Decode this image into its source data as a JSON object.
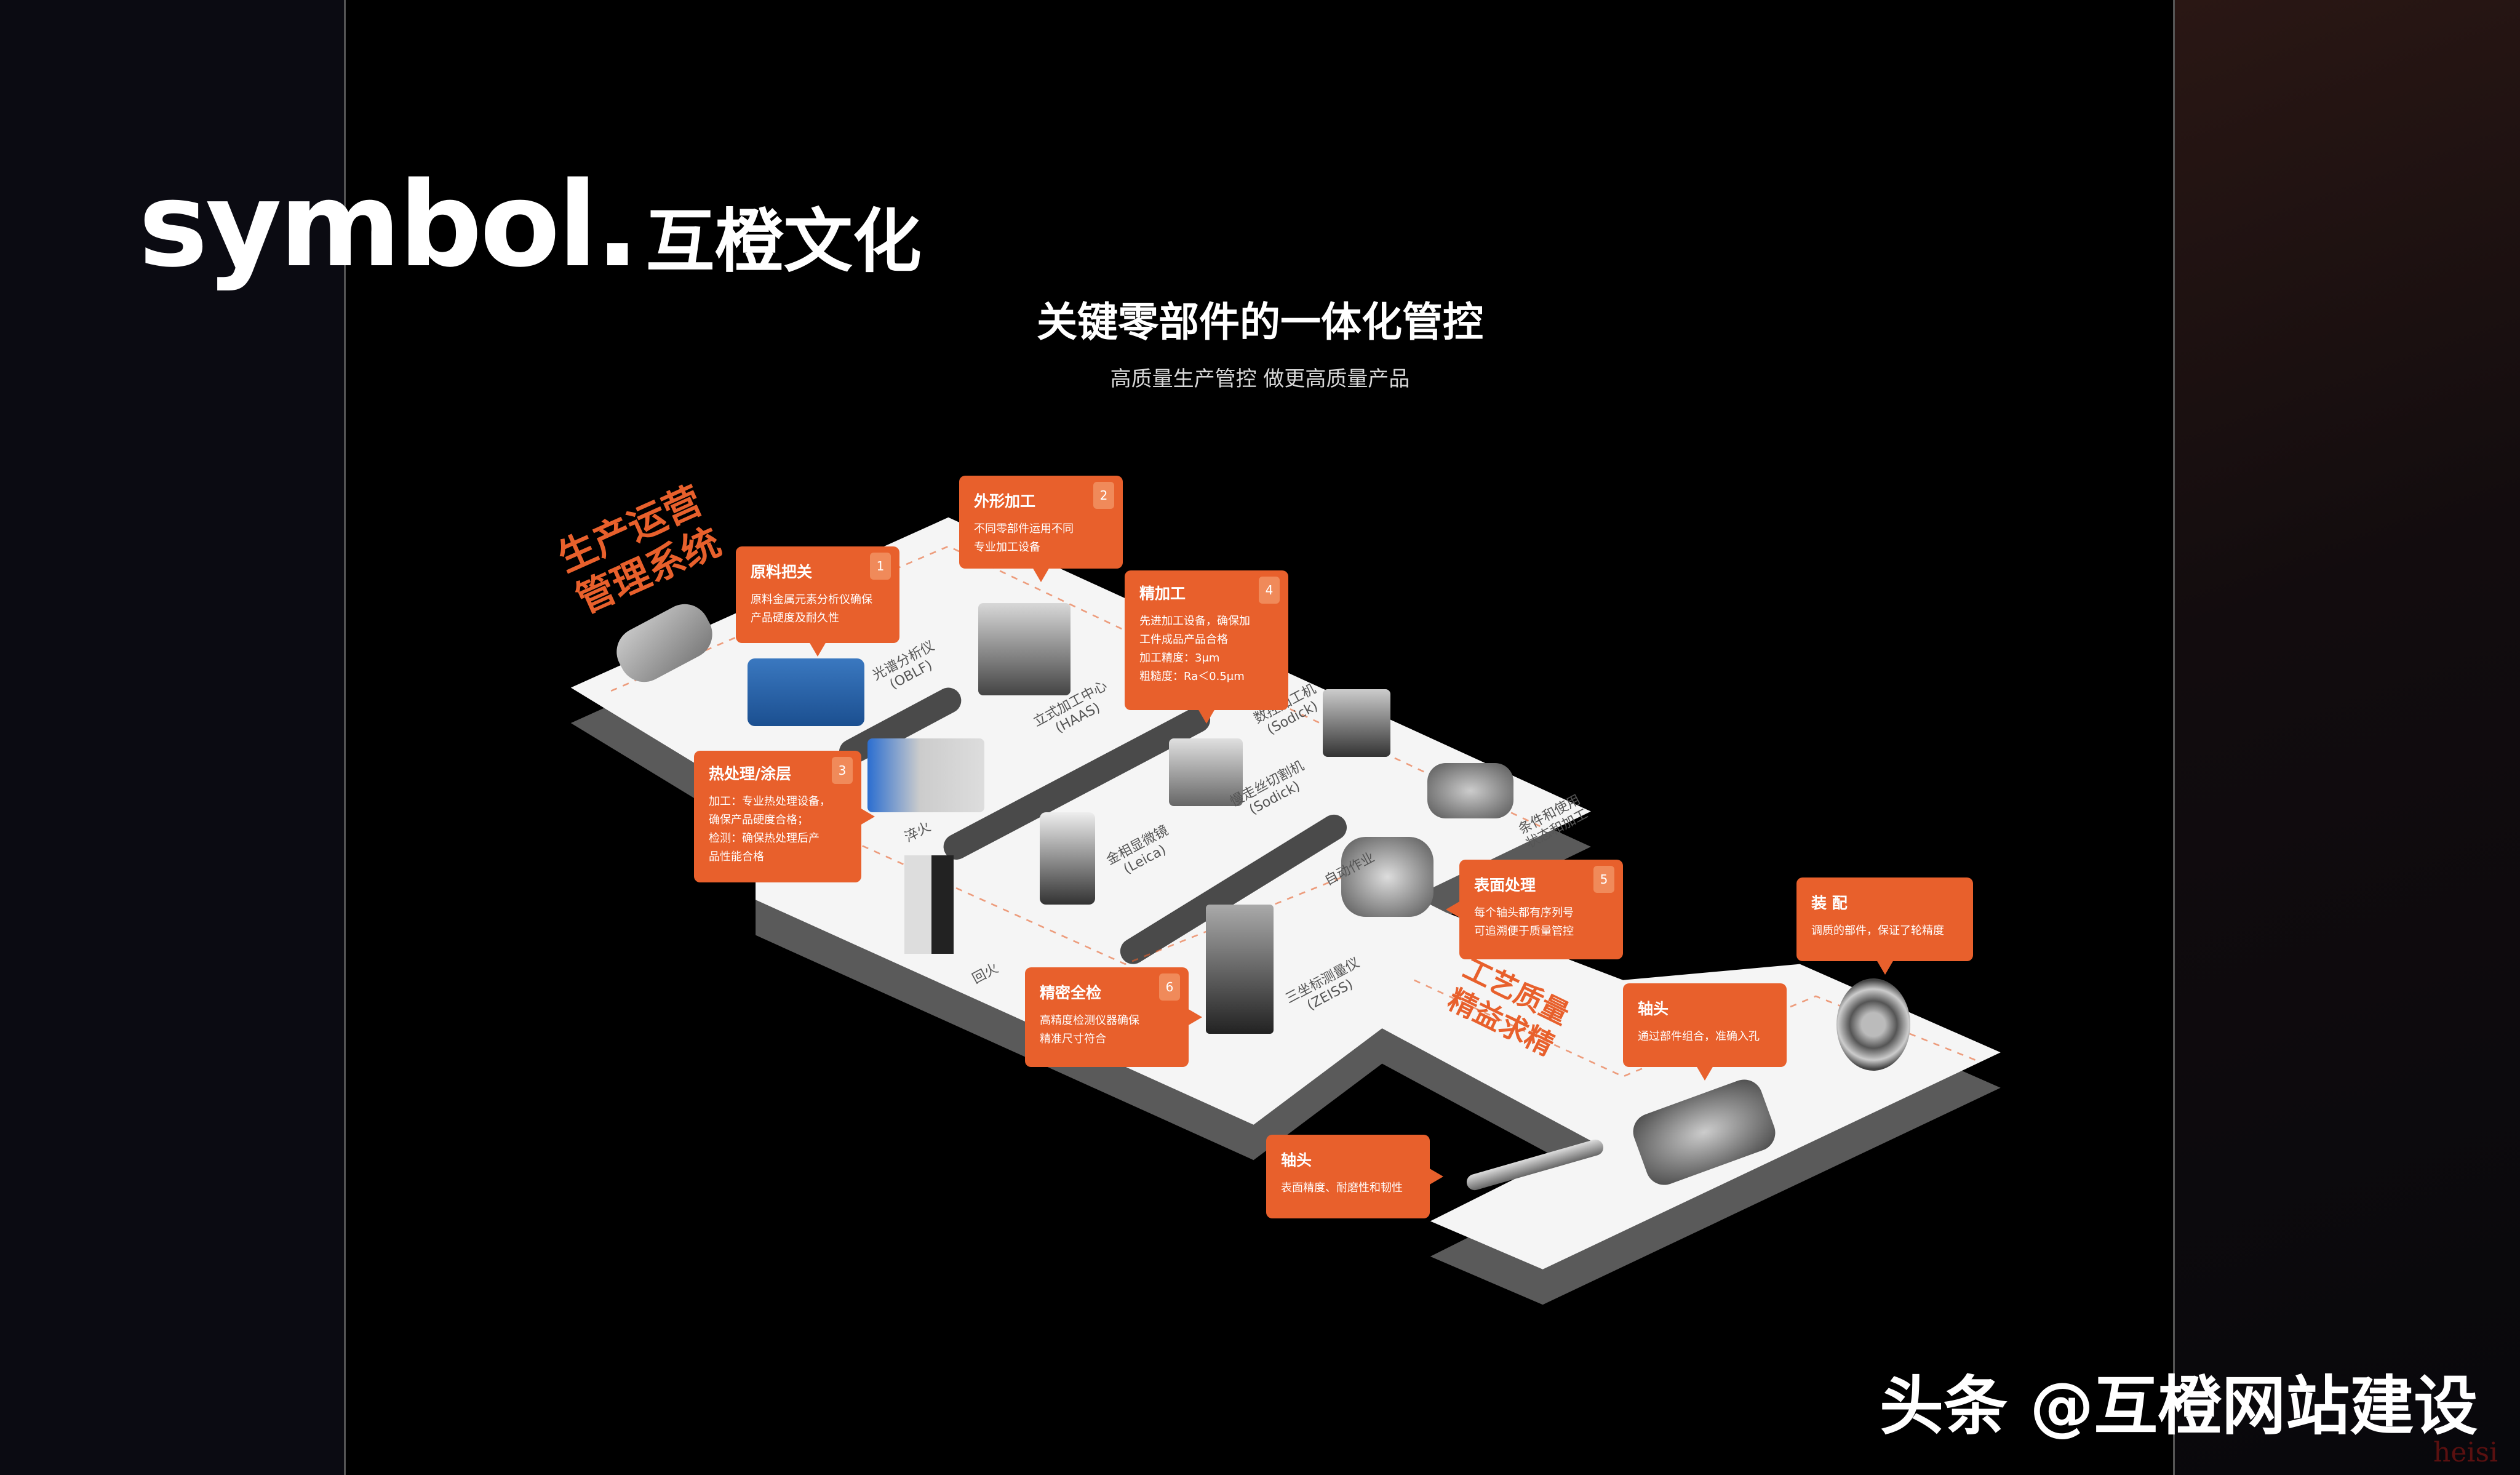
{
  "logo": {
    "en": "symbol.",
    "cn": "互橙文化"
  },
  "header": {
    "title": "关键零部件的一体化管控",
    "subtitle": "高质量生产管控  做更高质量产品"
  },
  "labels": {
    "ops_system": [
      "生产运营",
      "管理系统"
    ],
    "quality": [
      "工艺质量",
      "精益求精"
    ]
  },
  "callouts": [
    {
      "title": "原料把关",
      "num": "1",
      "lines": [
        "原料金属元素分析仪确保",
        "产品硬度及耐久性"
      ]
    },
    {
      "title": "外形加工",
      "num": "2",
      "lines": [
        "不同零部件运用不同",
        "专业加工设备"
      ]
    },
    {
      "title": "热处理/涂层",
      "num": "3",
      "lines": [
        "加工：专业热处理设备，",
        "确保产品硬度合格；",
        "检测：确保热处理后产",
        "品性能合格"
      ]
    },
    {
      "title": "精加工",
      "num": "4",
      "lines": [
        "先进加工设备，确保加",
        "工件成品产品合格",
        "加工精度：3μm",
        "粗糙度：Ra＜0.5μm"
      ]
    },
    {
      "title": "表面处理",
      "num": "5",
      "lines": [
        "每个轴头都有序列号",
        "可追溯便于质量管控"
      ]
    },
    {
      "title": "精密全检",
      "num": "6",
      "lines": [
        "高精度检测仪器确保",
        "精准尺寸符合"
      ]
    },
    {
      "title": "装 配",
      "lines": [
        "调质的部件，保证了轮精度"
      ]
    },
    {
      "title": "轴头",
      "lines": [
        "通过部件组合，准确入孔"
      ]
    },
    {
      "title": "轴头",
      "lines": [
        "表面精度、耐磨性和韧性"
      ]
    }
  ],
  "machines": [
    {
      "name": "光谱分析仪",
      "brand": "(OBLF)"
    },
    {
      "name": "立式加工中心",
      "brand": "(HAAS)"
    },
    {
      "name": "数控加工机",
      "brand": "(Sodick)"
    },
    {
      "name": "慢走丝切割机",
      "brand": "(Sodick)"
    },
    {
      "name": "金相显微镜",
      "brand": "(Leica)"
    },
    {
      "name": "三坐标测量仪",
      "brand": "(ZEISS)"
    },
    {
      "name": "淬火"
    },
    {
      "name": "回火"
    },
    {
      "name": "自动作业"
    },
    {
      "name": "条件和使用",
      "brand": "状态和加工"
    }
  ],
  "watermark": "头条 @互橙网站建设",
  "corner_mark": "heisi",
  "colors": {
    "accent": "#e8602c",
    "platform": "#f4f4f4",
    "groove": "#555555"
  }
}
